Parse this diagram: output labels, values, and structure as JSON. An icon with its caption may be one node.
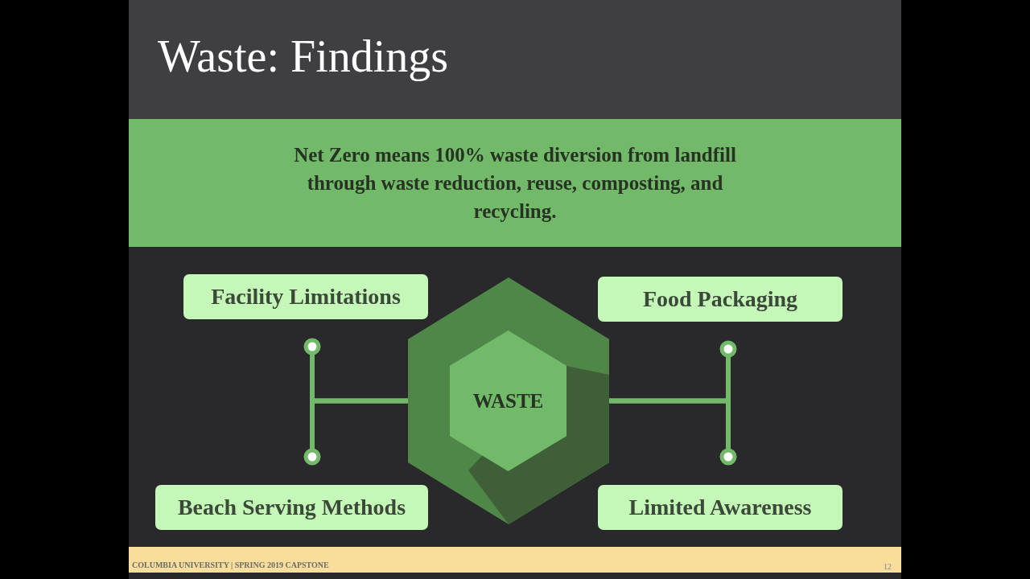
{
  "diagram": {
    "title": "Waste: Findings",
    "nodes": [
      {
        "text": [
          "Net Zero means 100% waste diversion from landfill through waste reduction, reuse, composting, and recycling."
        ]
      },
      {
        "text": [
          "Facility Limitations"
        ]
      },
      {
        "text": [
          "Food Packaging"
        ]
      },
      {
        "text": [],
        "shape": "hexagon"
      },
      {
        "text": [
          "WASTE"
        ],
        "in": 3
      },
      {
        "text": [
          "Beach Serving Methods"
        ]
      },
      {
        "text": [
          "Limited Awareness"
        ]
      }
    ],
    "edges": [
      {
        "from": 3,
        "to": 1,
        "arrow": "other"
      },
      {
        "from": 3,
        "to": 5,
        "arrow": "other"
      },
      {
        "from": 3,
        "to": 2,
        "arrow": "other"
      },
      {
        "from": 3,
        "to": 6,
        "arrow": "other"
      }
    ],
    "labels": [
      "COLUMBIA UNIVERSITY | SPRING 2019 CAPSTONE",
      "12"
    ]
  }
}
